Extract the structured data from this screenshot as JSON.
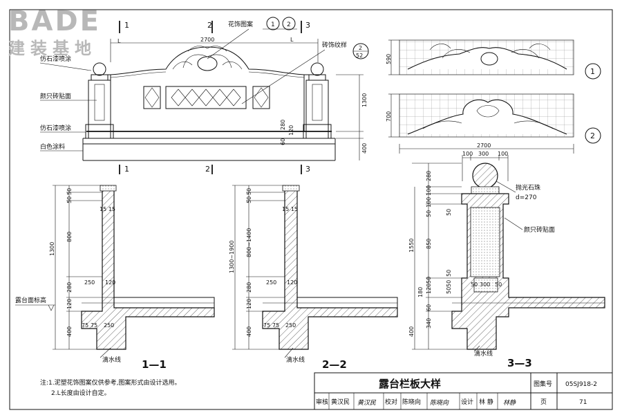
{
  "logo": {
    "brand_en": "BADE",
    "brand_cn": "建装基地"
  },
  "elevation": {
    "ornament_label": "花饰图案",
    "ornament_refs": [
      "1",
      "2"
    ],
    "brick_pattern_label": "砖饰纹样",
    "brick_ref_top": "2",
    "brick_ref_bottom": "52",
    "dim_length": "2700",
    "dim_L": "L",
    "dim_L2": "L",
    "dim_1300": "1300",
    "dim_400": "400",
    "dim_280": "280",
    "dim_60": "60",
    "dim_120": "120",
    "labels": [
      "仿石漆喷涂",
      "颜只砖贴面",
      "仿石漆喷涂",
      "白色涂料"
    ],
    "section_marks": [
      "1",
      "2",
      "3"
    ]
  },
  "panels": {
    "panel1_dim": "590",
    "panel2_dim": "700",
    "panel_width": "2700",
    "panel1_no": "1",
    "panel2_no": "2"
  },
  "section_1_1": {
    "title": "1—1",
    "dims_vertical": [
      "50",
      "50",
      "800",
      "1300",
      "280",
      "120",
      "400"
    ],
    "dims_horizontal": [
      "250",
      "120",
      "75",
      "75",
      "250"
    ],
    "dim_1515": "15 15",
    "label_floor": "露台面标高",
    "label_drip": "滴水线"
  },
  "section_2_2": {
    "title": "2—2",
    "dims_vertical": [
      "50",
      "50",
      "800~1400",
      "1300~1900",
      "280",
      "120",
      "400"
    ],
    "dims_horizontal": [
      "250",
      "120",
      "75",
      "75",
      "250"
    ],
    "dim_1515": "15 15",
    "label_drip": "滴水线"
  },
  "section_3_3": {
    "title": "3—3",
    "top_dims": [
      "100",
      "300",
      "100"
    ],
    "dims_vertical": [
      "280",
      "100",
      "100",
      "850",
      "1550",
      "50",
      "50",
      "120",
      "180",
      "60",
      "340",
      "400"
    ],
    "dims_inner": [
      "50",
      "50",
      "50",
      "50"
    ],
    "dims_horizontal": [
      "50",
      "300",
      "50"
    ],
    "label_ball": "抛光石珠",
    "label_d": "d=270",
    "label_brick": "颜只砖贴面",
    "label_drip": "滴水线"
  },
  "notes": {
    "line1": "注:1.泥塑花饰图案仅供参考,图案形式由设计选用。",
    "line2": "2.L长度由设计自定。"
  },
  "title_block": {
    "title": "露台栏板大样",
    "atlas_label": "图集号",
    "atlas_no": "05SJ918-2",
    "review_label": "审核",
    "reviewer": "黄汉民",
    "reviewer_sign": "黄汉民",
    "check_label": "校对",
    "checker": "陈晓向",
    "checker_sign": "陈晓向",
    "design_label": "设计",
    "designer": "林 静",
    "designer_sign": "林静",
    "page_label": "页",
    "page_no": "71"
  }
}
